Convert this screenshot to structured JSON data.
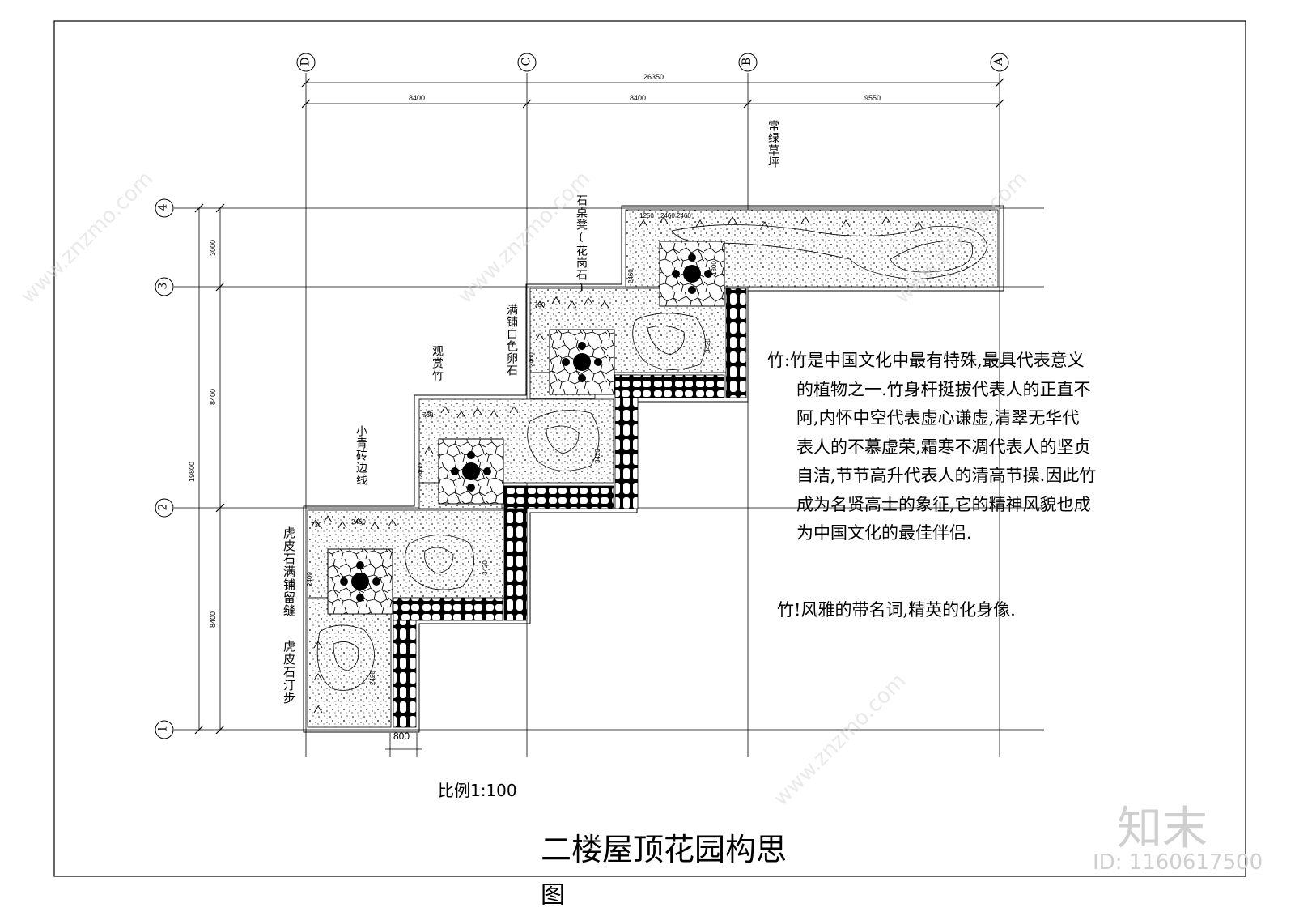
{
  "grid": {
    "columns": [
      "D",
      "C",
      "B",
      "A"
    ],
    "rows": [
      "4",
      "3",
      "2",
      "1"
    ]
  },
  "dimensions": {
    "total_width": "26350",
    "bay_1": "8400",
    "bay_2": "8400",
    "bay_3": "9550",
    "total_height": "19800",
    "row_4_3": "3000",
    "row_3_2": "8400",
    "row_2_1": "8400",
    "path_width": "800",
    "small_dims": [
      "730",
      "2460",
      "2400",
      "2460",
      "2460",
      "1800",
      "1250",
      "2460",
      "2420",
      "3420",
      "3420",
      "3420",
      "2460",
      "2460",
      "730",
      "730"
    ]
  },
  "labels": {
    "lawn": "常绿草坪",
    "stone_bench": "石桌凳(花岗石)",
    "pebbles": "满铺白色卵石",
    "bamboo": "观赏竹",
    "brick_edge": "小青砖边线",
    "tiger_stone_paving": "虎皮石满铺留缝",
    "tiger_stone_steps": "虎皮石汀步",
    "scale": "比例1:100"
  },
  "description": {
    "lines": [
      "竹:竹是中国文化中最有特殊,最具代表意义",
      "的植物之一.竹身杆挺拔代表人的正直不",
      "阿,内怀中空代表虚心谦虚,清翠无华代",
      "表人的不慕虚荣,霜寒不凋代表人的坚贞",
      "自洁,节节高升代表人的清高节操.因此竹",
      "成为名贤高士的象征,它的精神风貌也成",
      "为中国文化的最佳伴侣."
    ],
    "motto": "竹!风雅的带名词,精英的化身像."
  },
  "title": {
    "line1": "二楼屋顶花园构思",
    "line2": "图"
  },
  "watermark": {
    "brand": "知末",
    "id": "ID: 1160617500",
    "site": "www.znzmo.com"
  }
}
